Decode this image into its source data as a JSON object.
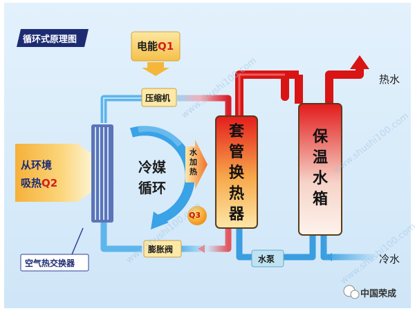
{
  "title": "循环式原理图",
  "power": {
    "label": "电能",
    "q": "Q1"
  },
  "compressor": "压缩机",
  "env_heat": {
    "line1": "从环境",
    "line2": "吸热",
    "q": "Q2"
  },
  "refrigerant_cycle": {
    "line1": "冷媒",
    "line2": "循环"
  },
  "water_heating": {
    "chars": [
      "水",
      "加",
      "热"
    ],
    "q": "Q3"
  },
  "exchanger": {
    "chars": [
      "套",
      "管",
      "换",
      "热",
      "器"
    ]
  },
  "tank": {
    "chars": [
      "保",
      "温",
      "水",
      "箱"
    ]
  },
  "expansion_valve": "膨胀阀",
  "air_exchanger": "空气热交换器",
  "pump": "水泵",
  "hot_water": "热水",
  "cold_water": "冷水",
  "brand": "中国荣成",
  "watermark": "www.shushi100.com",
  "colors": {
    "background": "#d8ecfa",
    "hot": "#d21f1f",
    "cold": "#3a9ee0",
    "orange": "#f39a1c",
    "label_yellow": "#fde9a6",
    "title_blue": "#1d2c72"
  }
}
